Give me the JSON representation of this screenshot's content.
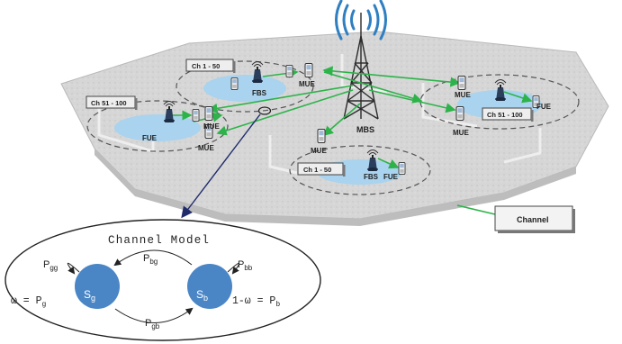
{
  "network": {
    "macro_label": "MBS",
    "femto_label": "FBS",
    "femto_user_label": "FUE",
    "macro_user_label": "MUE",
    "channel_box_label": "Channel",
    "channel_ranges": {
      "a": "Ch 1 - 50",
      "b": "Ch 51 - 100",
      "c": "Ch 51 - 100",
      "d": "Ch 1 - 50"
    }
  },
  "channel_model": {
    "title": "Channel Model",
    "states": {
      "good": "S",
      "good_sub": "g",
      "bad": "S",
      "bad_sub": "b"
    },
    "transitions": {
      "pgg": "P",
      "pgg_sub": "gg",
      "pbb": "P",
      "pbb_sub": "bb",
      "pbg": "P",
      "pbg_sub": "bg",
      "pgb": "P",
      "pgb_sub": "gb"
    },
    "omega_left": "ω = P",
    "omega_left_sub": "g",
    "omega_right": "1-ω = P",
    "omega_right_sub": "b"
  },
  "colors": {
    "link": "#2db34a",
    "cell": "#a9d3ee",
    "state": "#4a86c6",
    "tower": "#2a2a2a",
    "signal": "#2f7fc1",
    "arrow": "#1f2b6b",
    "ground": "#d9d9d9"
  }
}
